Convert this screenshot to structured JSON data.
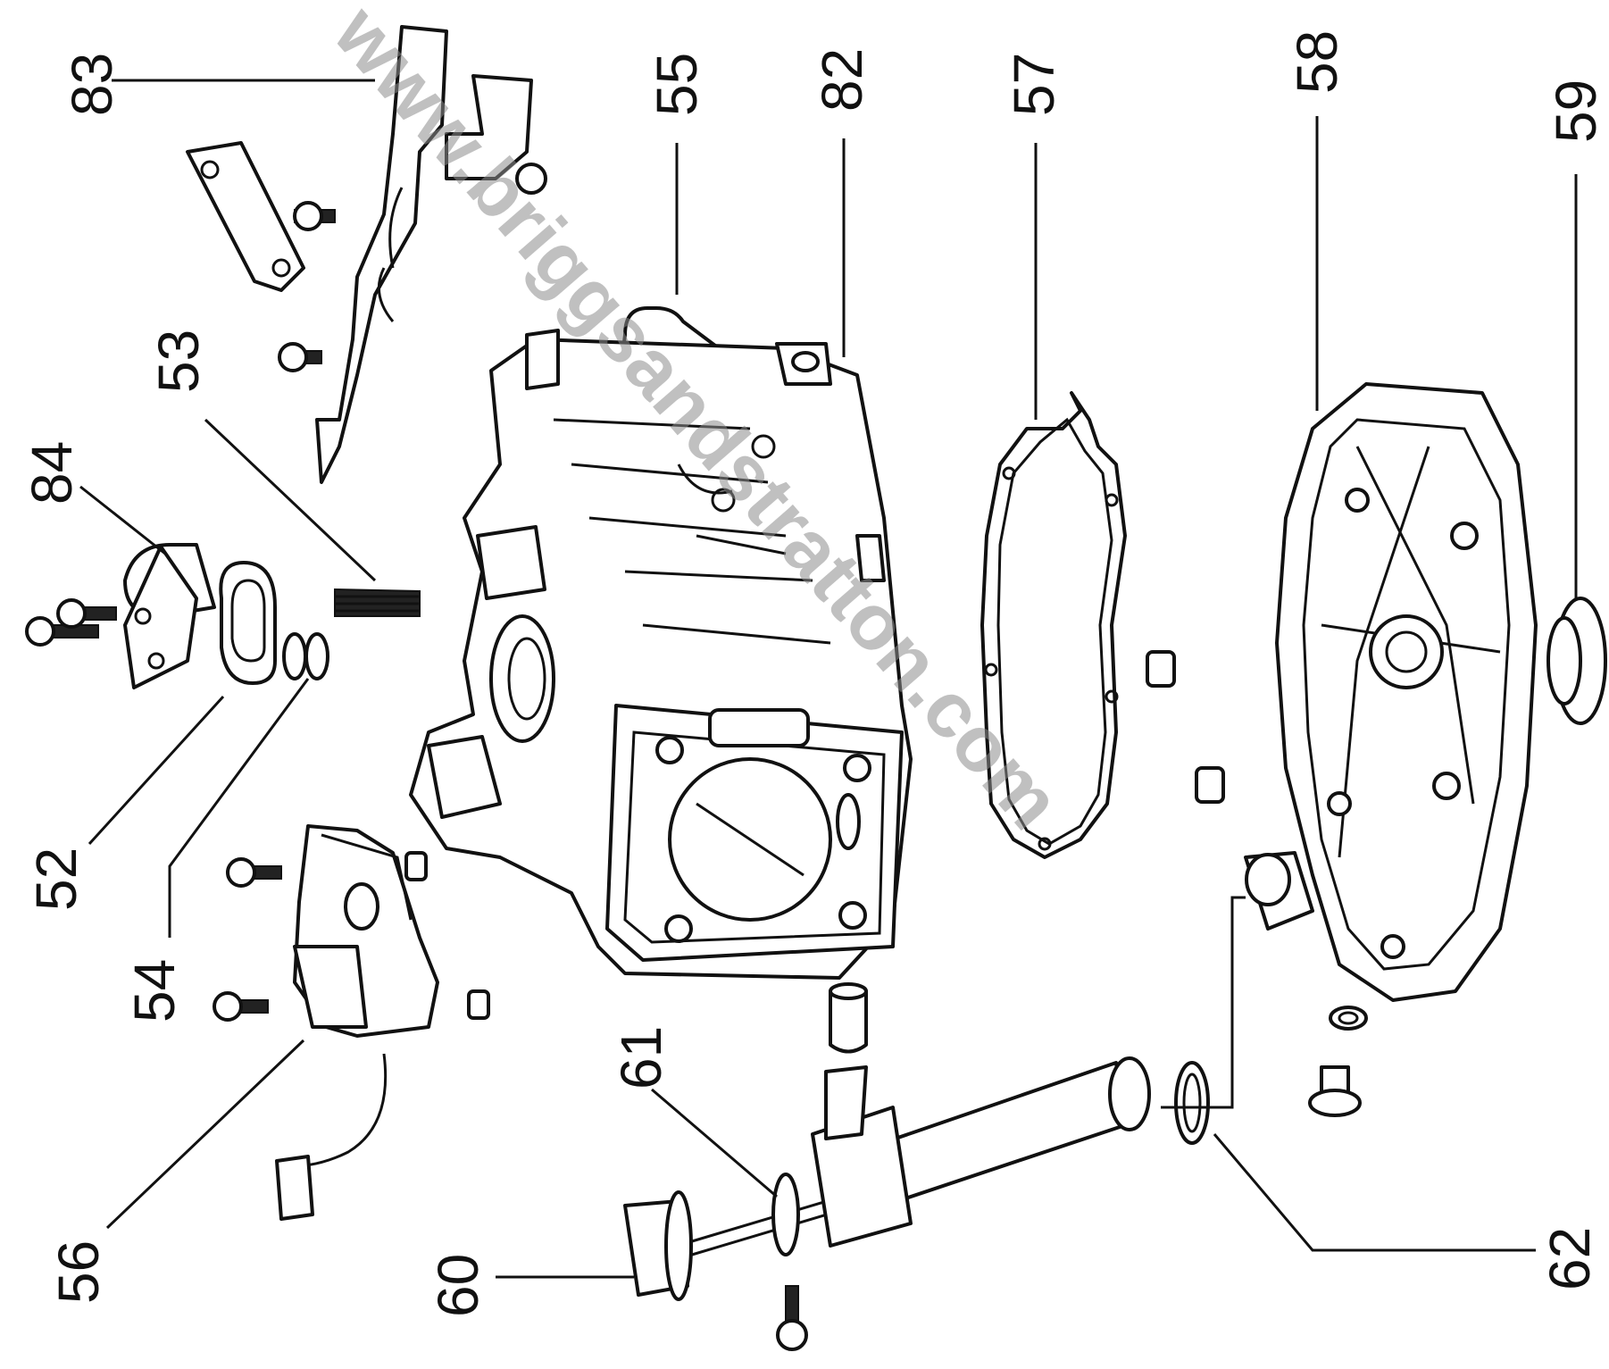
{
  "watermark": "www.briggsandstratton.com",
  "callouts": {
    "p83": "83",
    "p55": "55",
    "p82": "82",
    "p57": "57",
    "p58": "58",
    "p59": "59",
    "p53": "53",
    "p84": "84",
    "p52": "52",
    "p54": "54",
    "p56": "56",
    "p61": "61",
    "p60": "60",
    "p62": "62"
  },
  "colors": {
    "line": "#111111",
    "watermark": "#8c8c8c",
    "background": "#ffffff"
  }
}
